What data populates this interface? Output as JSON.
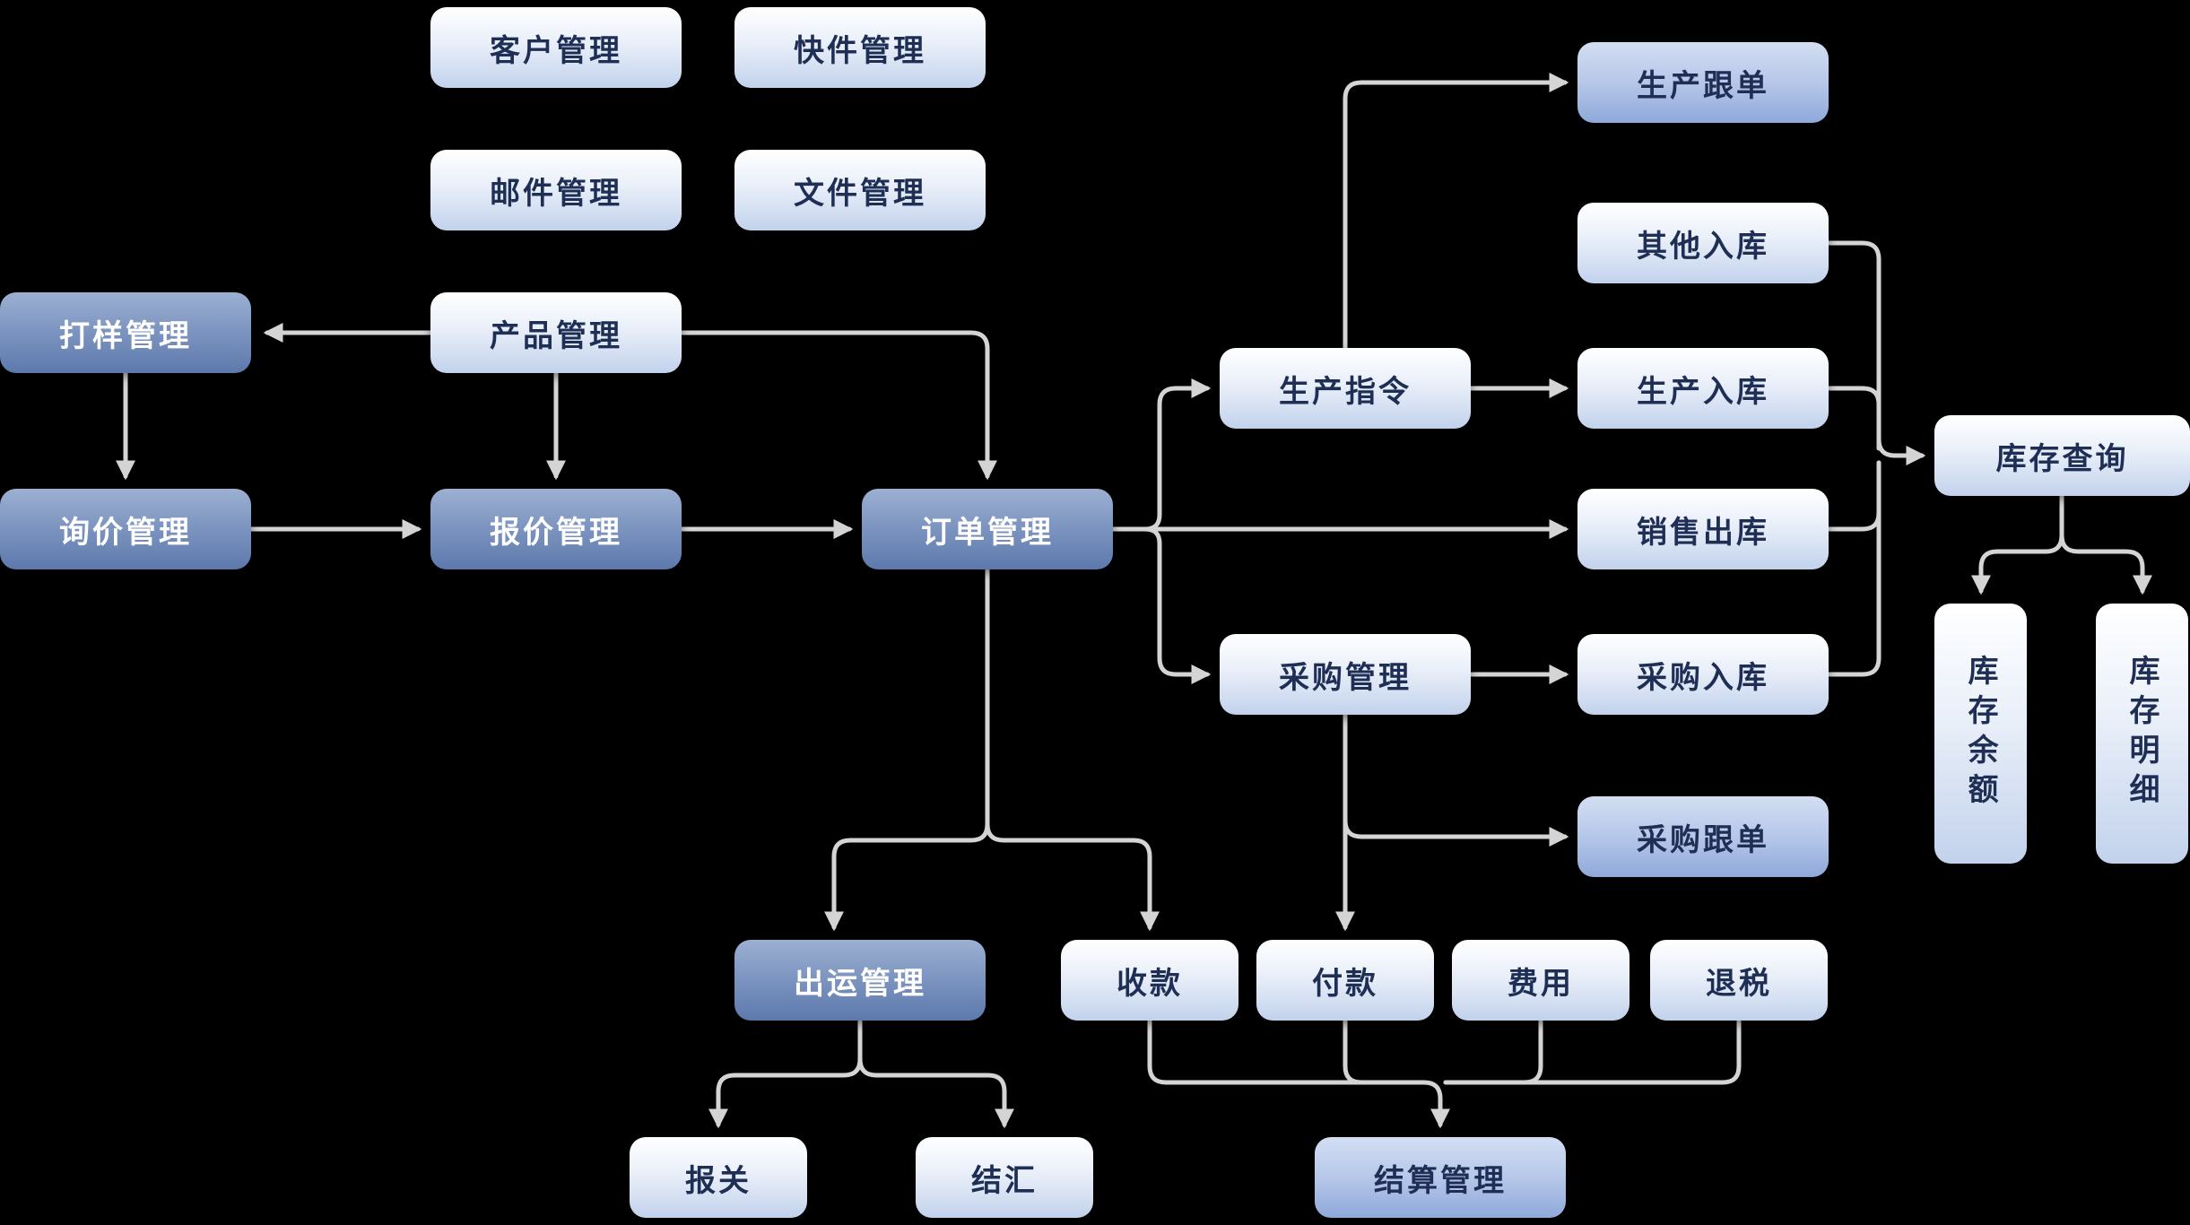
{
  "diagram": {
    "background": "#000000",
    "connector_color": "#d4d4d4",
    "colors": {
      "background": "#000000",
      "connector": "#d4d4d4",
      "light_top": "#ffffff",
      "light_bottom": "#c2d2ec",
      "dark_top": "#9cb0d2",
      "dark_bottom": "#5d79ac",
      "medium_top": "#d3def2",
      "medium_bottom": "#8fa9da",
      "dark_text": "#1e2e55",
      "light_text": "#ffffff"
    },
    "nodes": {
      "customer_mgmt": {
        "label": "客户管理",
        "style": "light"
      },
      "express_mgmt": {
        "label": "快件管理",
        "style": "light"
      },
      "mail_mgmt": {
        "label": "邮件管理",
        "style": "light"
      },
      "file_mgmt": {
        "label": "文件管理",
        "style": "light"
      },
      "sample_mgmt": {
        "label": "打样管理",
        "style": "dark"
      },
      "product_mgmt": {
        "label": "产品管理",
        "style": "light"
      },
      "inquiry_mgmt": {
        "label": "询价管理",
        "style": "dark"
      },
      "quotation_mgmt": {
        "label": "报价管理",
        "style": "dark"
      },
      "order_mgmt": {
        "label": "订单管理",
        "style": "dark"
      },
      "production_followup": {
        "label": "生产跟单",
        "style": "medium"
      },
      "other_inbound": {
        "label": "其他入库",
        "style": "light"
      },
      "production_order": {
        "label": "生产指令",
        "style": "light"
      },
      "production_inbound": {
        "label": "生产入库",
        "style": "light"
      },
      "sales_outbound": {
        "label": "销售出库",
        "style": "light"
      },
      "purchase_mgmt": {
        "label": "采购管理",
        "style": "light"
      },
      "purchase_inbound": {
        "label": "采购入库",
        "style": "light"
      },
      "inventory_query": {
        "label": "库存查询",
        "style": "light"
      },
      "purchase_followup": {
        "label": "采购跟单",
        "style": "medium"
      },
      "inventory_balance": {
        "label": "库存余额",
        "style": "light",
        "orientation": "vertical"
      },
      "inventory_detail": {
        "label": "库存明细",
        "style": "light",
        "orientation": "vertical"
      },
      "shipping_mgmt": {
        "label": "出运管理",
        "style": "dark"
      },
      "receipt": {
        "label": "收款",
        "style": "light"
      },
      "payment": {
        "label": "付款",
        "style": "light"
      },
      "expense": {
        "label": "费用",
        "style": "light"
      },
      "tax_refund": {
        "label": "退税",
        "style": "light"
      },
      "customs": {
        "label": "报关",
        "style": "light"
      },
      "settlement_fx": {
        "label": "结汇",
        "style": "light"
      },
      "settlement_mgmt": {
        "label": "结算管理",
        "style": "medium"
      }
    },
    "edges": [
      {
        "from": "product_mgmt",
        "to": "sample_mgmt"
      },
      {
        "from": "sample_mgmt",
        "to": "inquiry_mgmt"
      },
      {
        "from": "product_mgmt",
        "to": "quotation_mgmt"
      },
      {
        "from": "inquiry_mgmt",
        "to": "quotation_mgmt"
      },
      {
        "from": "quotation_mgmt",
        "to": "order_mgmt"
      },
      {
        "from": "product_mgmt",
        "to": "order_mgmt"
      },
      {
        "from": "order_mgmt",
        "to": "sales_outbound"
      },
      {
        "from": "order_mgmt",
        "to": "production_order"
      },
      {
        "from": "order_mgmt",
        "to": "purchase_mgmt"
      },
      {
        "from": "production_order",
        "to": "production_followup"
      },
      {
        "from": "production_order",
        "to": "production_inbound"
      },
      {
        "from": "purchase_mgmt",
        "to": "purchase_inbound"
      },
      {
        "from": "purchase_mgmt",
        "to": "purchase_followup"
      },
      {
        "from": "purchase_mgmt",
        "to": "payment"
      },
      {
        "from": "other_inbound",
        "to": "inventory_query"
      },
      {
        "from": "production_inbound",
        "to": "inventory_query"
      },
      {
        "from": "sales_outbound",
        "to": "inventory_query"
      },
      {
        "from": "purchase_inbound",
        "to": "inventory_query"
      },
      {
        "from": "inventory_query",
        "to": "inventory_balance"
      },
      {
        "from": "inventory_query",
        "to": "inventory_detail"
      },
      {
        "from": "order_mgmt",
        "to": "shipping_mgmt"
      },
      {
        "from": "order_mgmt",
        "to": "receipt"
      },
      {
        "from": "shipping_mgmt",
        "to": "customs"
      },
      {
        "from": "shipping_mgmt",
        "to": "settlement_fx"
      },
      {
        "from": "receipt",
        "to": "settlement_mgmt"
      },
      {
        "from": "payment",
        "to": "settlement_mgmt"
      },
      {
        "from": "expense",
        "to": "settlement_mgmt"
      },
      {
        "from": "tax_refund",
        "to": "settlement_mgmt"
      }
    ]
  }
}
